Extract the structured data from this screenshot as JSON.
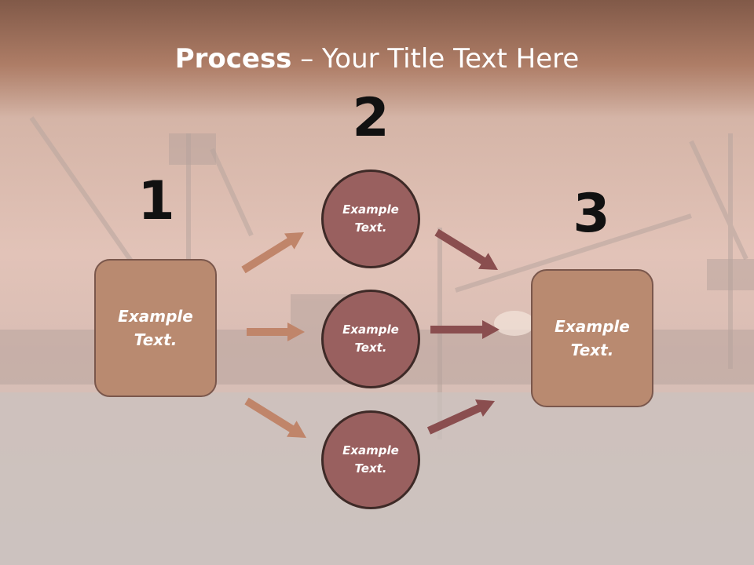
{
  "title": {
    "bold": "Process",
    "rest": " – Your Title Text Here"
  },
  "steps": [
    {
      "number": "1",
      "label": "Example Text."
    },
    {
      "number": "2",
      "label": "Example Text."
    },
    {
      "number": "3",
      "label": "Example Text."
    }
  ],
  "middle_circles": [
    {
      "label": "Example Text."
    },
    {
      "label": "Example Text."
    },
    {
      "label": "Example Text."
    }
  ],
  "colors": {
    "box_fill": "#b98a70",
    "box_border": "#7a574c",
    "circle_fill": "#99605f",
    "circle_border": "#3e2a27",
    "arrow_left": "#c0856a",
    "arrow_right": "#8a4e4f",
    "title_band": "#8c5f4b"
  }
}
